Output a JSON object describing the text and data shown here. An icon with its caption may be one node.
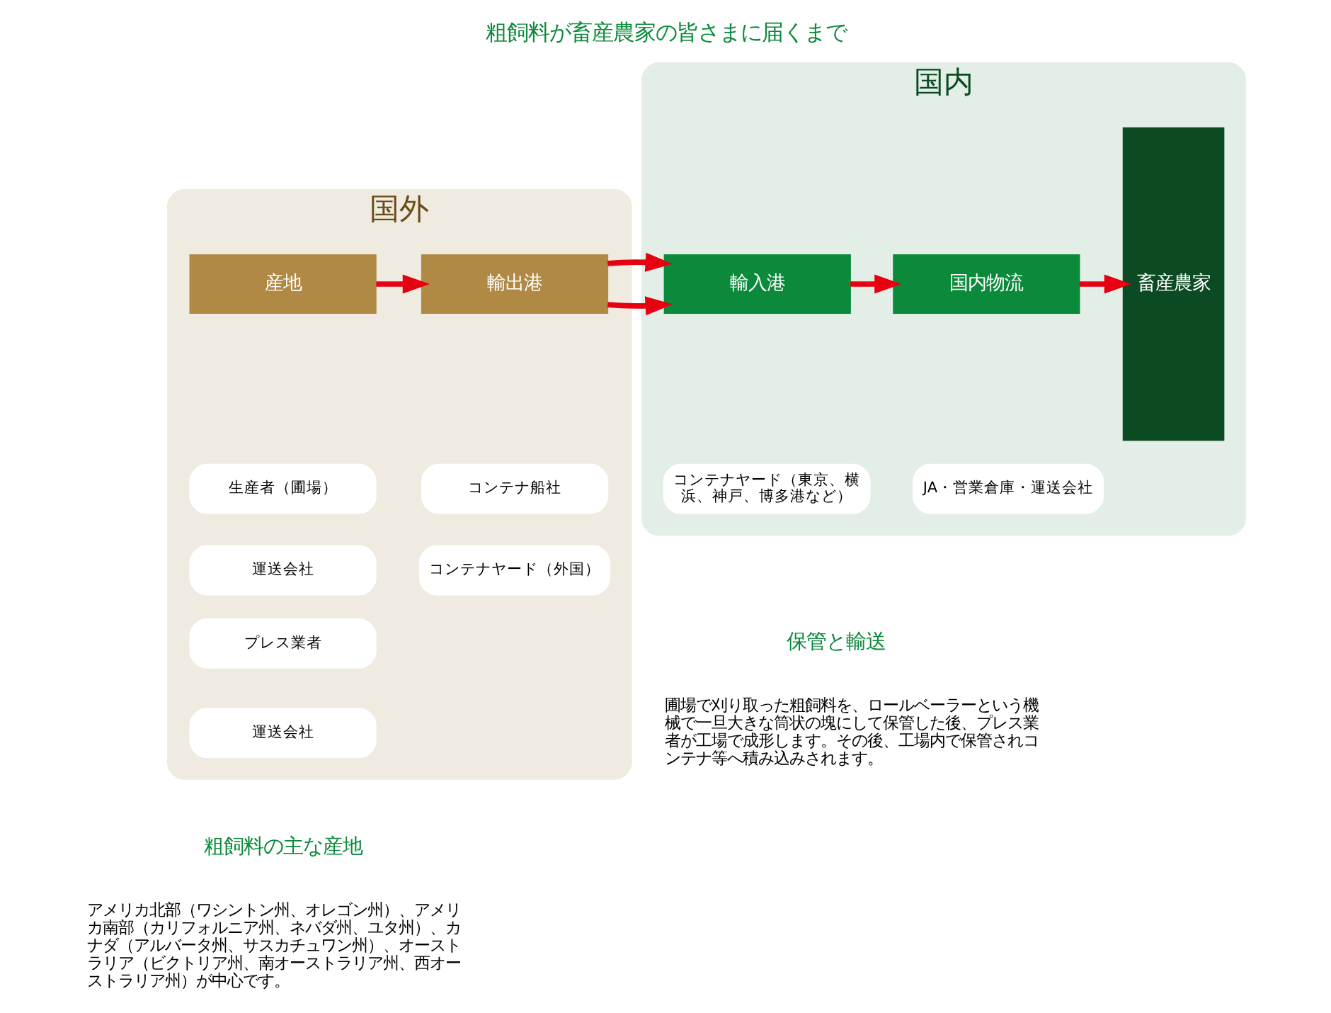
{
  "diagram": {
    "title": "粗飼料が畜産農家の皆さまに届くまで",
    "nodes": [
      {
        "text": [
          "国外"
        ]
      },
      {
        "text": [
          "産地"
        ],
        "in": 0
      },
      {
        "text": [
          "生産者（圃場）"
        ],
        "in": 0
      },
      {
        "text": [
          "運送会社"
        ],
        "in": 0
      },
      {
        "text": [
          "プレス業者"
        ],
        "in": 0
      },
      {
        "text": [
          "運送会社"
        ],
        "in": 0
      },
      {
        "text": [
          "輸出港"
        ],
        "in": 0
      },
      {
        "text": [
          "コンテナ船社"
        ],
        "in": 0
      },
      {
        "text": [
          "コンテナヤード（外国）"
        ],
        "in": 0
      },
      {
        "text": [
          "国内"
        ]
      },
      {
        "text": [
          "輸入港"
        ],
        "in": 9
      },
      {
        "text": [
          "コンテナヤード（東京、横浜、神戸、博多港など）"
        ],
        "in": 9
      },
      {
        "text": [
          "国内物流"
        ],
        "in": 9
      },
      {
        "text": [
          "JA・営業倉庫・運送会社"
        ],
        "in": 9
      },
      {
        "text": [
          "畜産農家"
        ],
        "in": 9
      }
    ],
    "edges": [
      {
        "from": 1,
        "to": 6,
        "arrow": "to"
      },
      {
        "from": 6,
        "to": 10,
        "arrow": "to"
      },
      {
        "from": 10,
        "to": 12,
        "arrow": "to"
      },
      {
        "from": 12,
        "to": 14,
        "arrow": "to"
      }
    ],
    "labels": [
      "粗飼料の主な産地",
      "アメリカ北部（ワシントン州、オレゴン州）、アメリカ南部（カリフォルニア州、ネバダ州、ユタ州）、カナダ（アルバータ州、サスカチュワン州）、オーストラリア（ビクトリア州、南オーストラリア州、西オーストラリア州）が中心です。",
      "保管と輸送",
      "圃場で刈り取った粗飼料を、ロールベーラーという機械で一旦大きな筒状の塊にして保管した後、プレス業者が工場で成形します。その後、工場内で保管されコンテナ等へ積み込みされます。"
    ]
  }
}
